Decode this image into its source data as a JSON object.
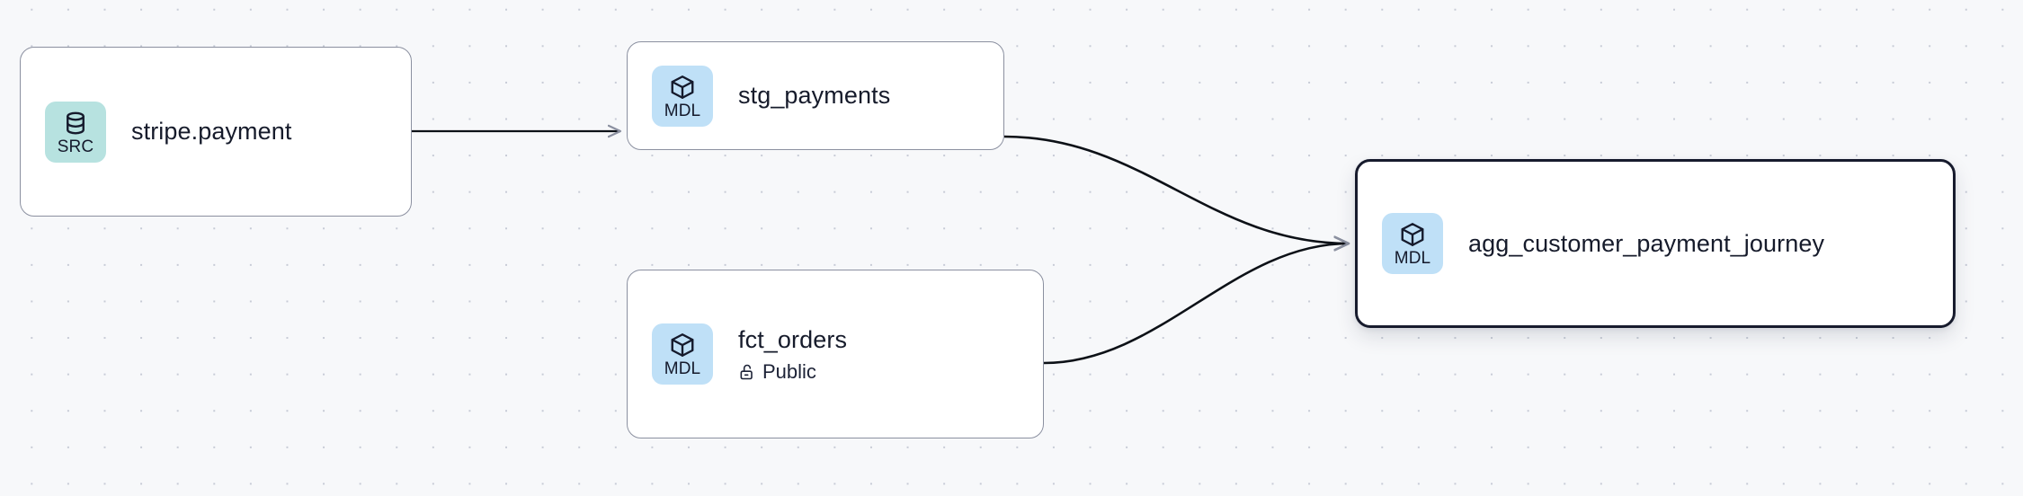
{
  "canvas": {
    "background_color": "#f7f8fa",
    "dot_color": "#c7cbd6",
    "edge_color": "#0d1117",
    "arrow_color": "#8b90a0"
  },
  "graph": {
    "nodes": [
      {
        "id": "stripe-payment",
        "title": "stripe.payment",
        "badge_label": "SRC",
        "badge_icon": "database-icon",
        "badge_color": "#b7e2e0",
        "selected": false
      },
      {
        "id": "stg-payments",
        "title": "stg_payments",
        "badge_label": "MDL",
        "badge_icon": "cube-icon",
        "badge_color": "#bfe0f7",
        "selected": false
      },
      {
        "id": "fct-orders",
        "title": "fct_orders",
        "badge_label": "MDL",
        "badge_icon": "cube-icon",
        "badge_color": "#bfe0f7",
        "visibility_label": "Public",
        "visibility_icon": "unlock-icon",
        "selected": false
      },
      {
        "id": "agg-customer-payment-journey",
        "title": "agg_customer_payment_journey",
        "badge_label": "MDL",
        "badge_icon": "cube-icon",
        "badge_color": "#bfe0f7",
        "selected": true
      }
    ],
    "edges": [
      {
        "id": "edge-stripe-to-stg",
        "from": "stripe-payment",
        "to": "stg-payments"
      },
      {
        "id": "edge-stg-to-agg",
        "from": "stg-payments",
        "to": "agg-customer-payment-journey"
      },
      {
        "id": "edge-fct-to-agg",
        "from": "fct-orders",
        "to": "agg-customer-payment-journey"
      }
    ]
  }
}
